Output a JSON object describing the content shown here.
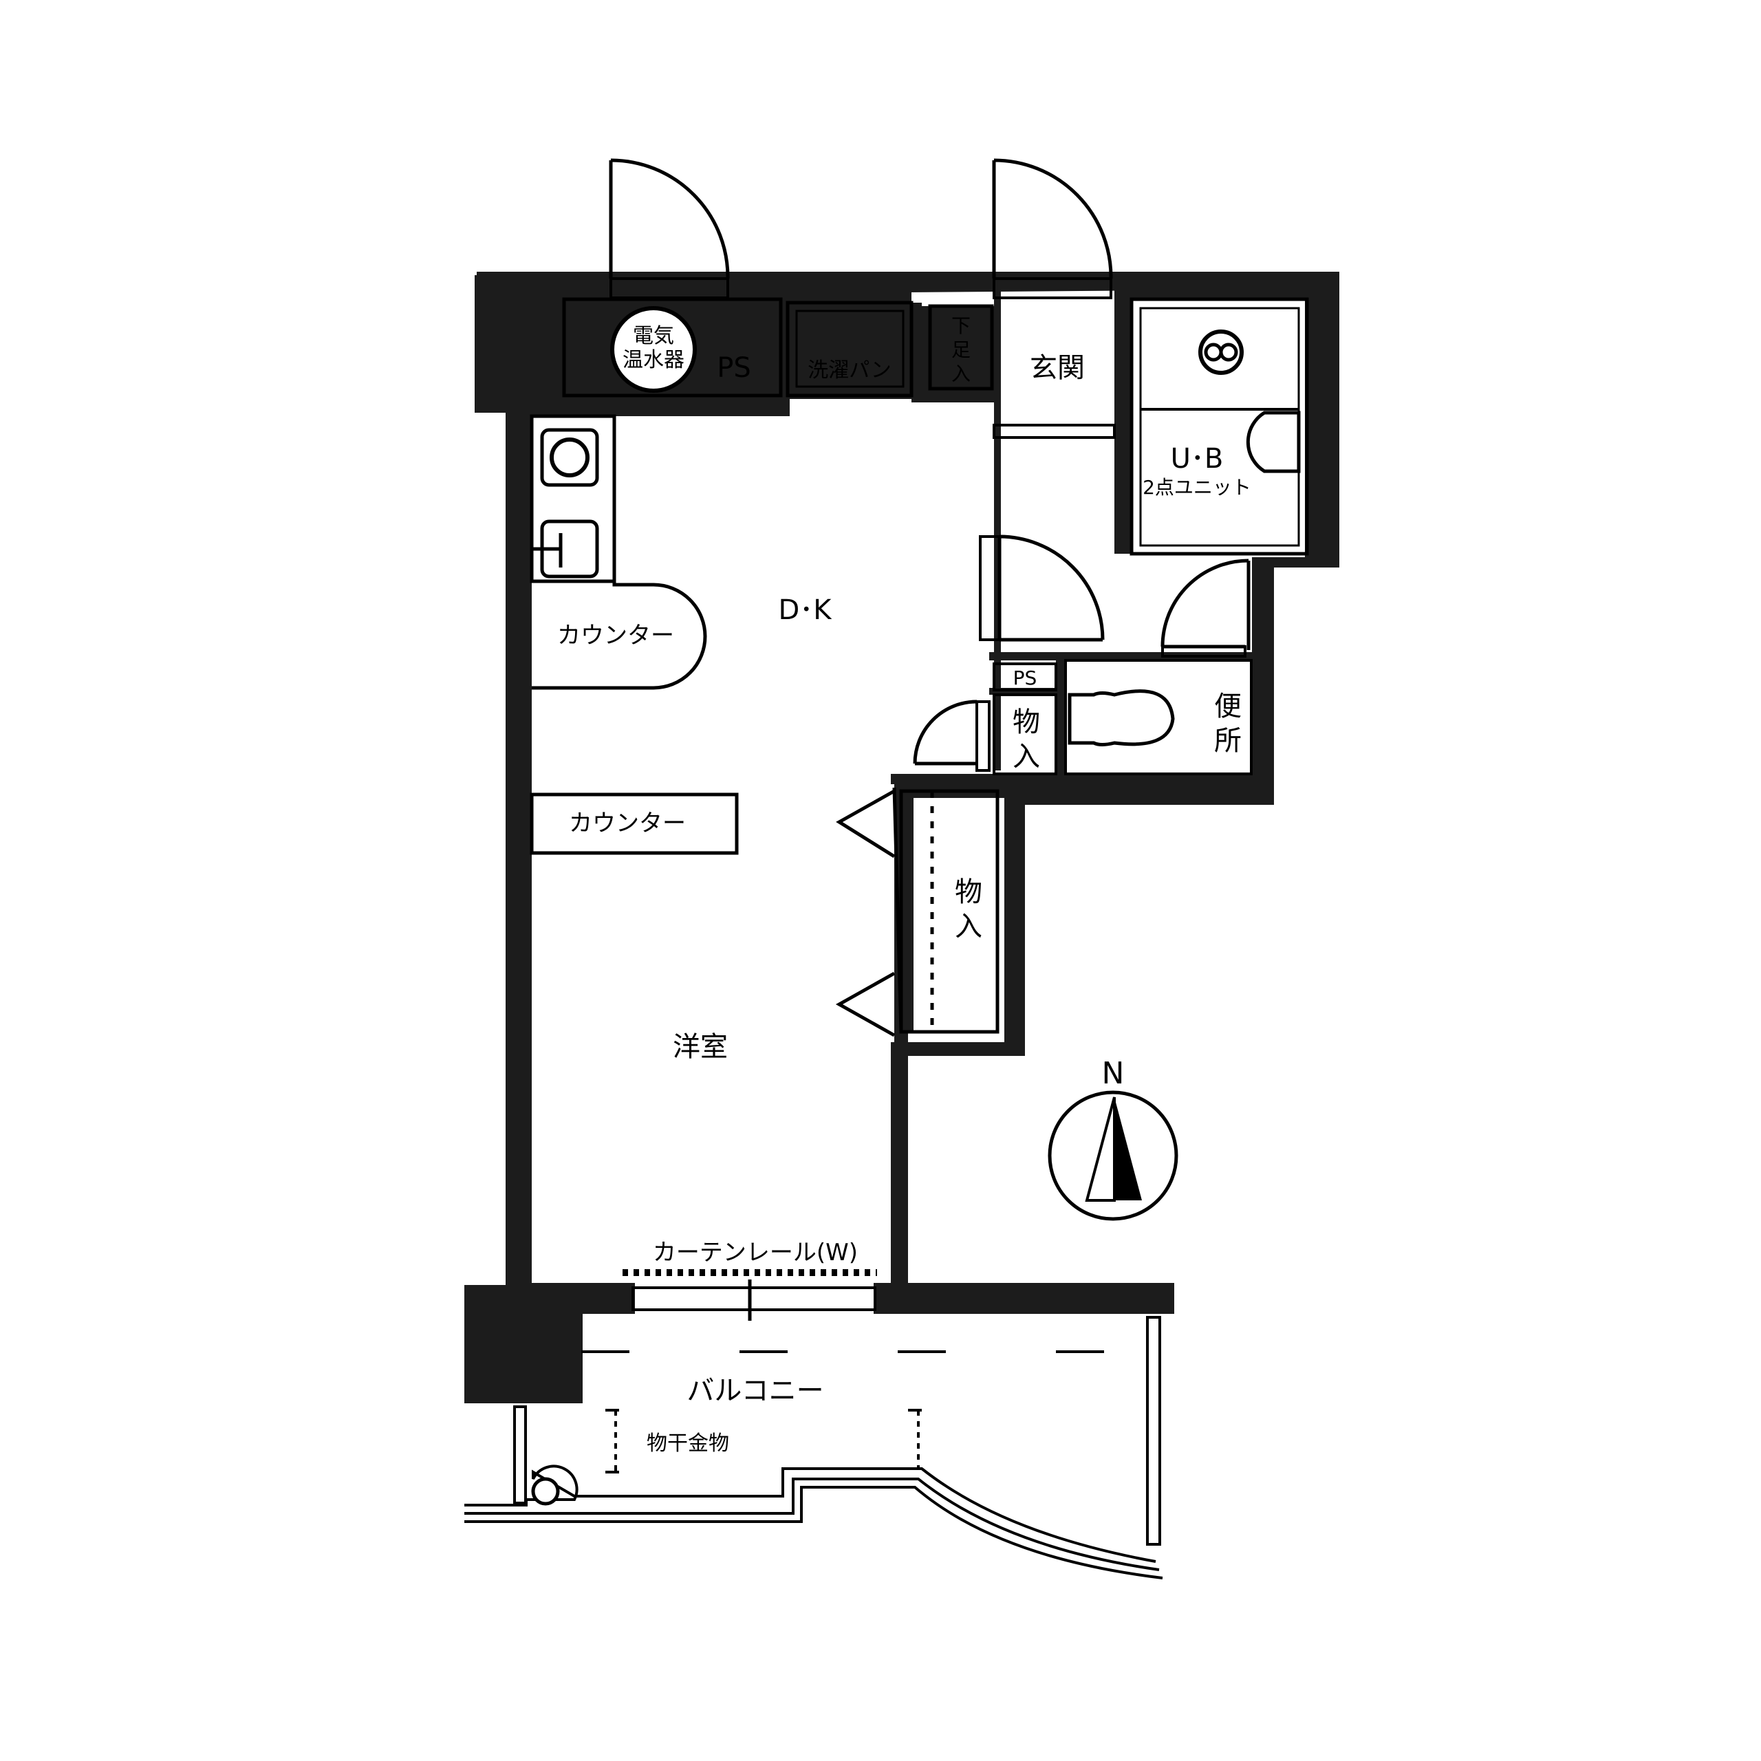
{
  "rooms": {
    "dk": "D･K",
    "western": "洋室",
    "entrance": "玄関",
    "ps_top": "PS",
    "ps_small": "PS",
    "toilet_1": "便",
    "toilet_2": "所",
    "bath": "U･B",
    "bath_note": "2点ユニット",
    "balcony": "バルコニー"
  },
  "fixtures": {
    "water_heater_1": "電気",
    "water_heater_2": "温水器",
    "washer_pan": "洗濯パン",
    "shoe_1": "下",
    "shoe_2": "足",
    "shoe_3": "入",
    "counter_1": "カウンター",
    "counter_2": "カウンター",
    "storage_small_1": "物",
    "storage_small_2": "入",
    "closet_1": "物",
    "closet_2": "入",
    "curtain_rail": "カーテンレール(W)",
    "clothes_hanger": "物干金物"
  },
  "compass": {
    "north": "N"
  }
}
